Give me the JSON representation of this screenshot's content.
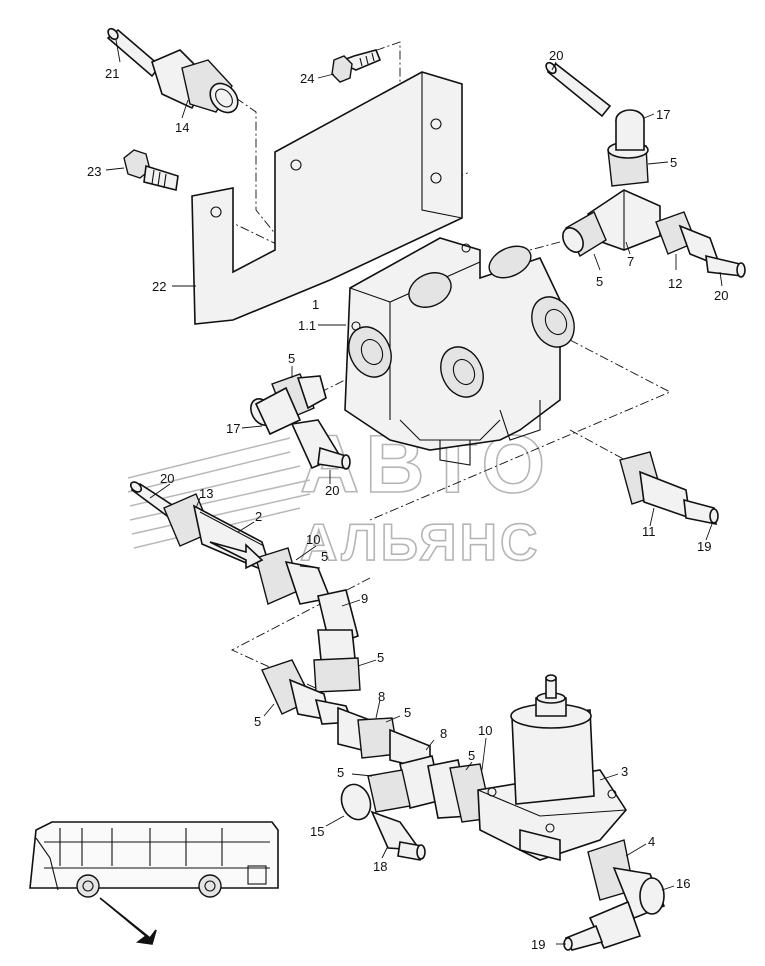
{
  "diagram": {
    "watermark": {
      "line1": "АВТО",
      "line2": "АЛЬЯНС"
    },
    "labels": [
      {
        "id": "p21",
        "text": "21"
      },
      {
        "id": "p14",
        "text": "14"
      },
      {
        "id": "p24",
        "text": "24"
      },
      {
        "id": "p23",
        "text": "23"
      },
      {
        "id": "p22",
        "text": "22"
      },
      {
        "id": "p20a",
        "text": "20"
      },
      {
        "id": "p17a",
        "text": "17"
      },
      {
        "id": "p5a",
        "text": "5"
      },
      {
        "id": "p5b",
        "text": "5"
      },
      {
        "id": "p7",
        "text": "7"
      },
      {
        "id": "p12",
        "text": "12"
      },
      {
        "id": "p20b",
        "text": "20"
      },
      {
        "id": "p1",
        "text": "1"
      },
      {
        "id": "p11x",
        "text": "1.1"
      },
      {
        "id": "p5c",
        "text": "5"
      },
      {
        "id": "p17b",
        "text": "17"
      },
      {
        "id": "p20c",
        "text": "20"
      },
      {
        "id": "p20d",
        "text": "20"
      },
      {
        "id": "p13",
        "text": "13"
      },
      {
        "id": "p2",
        "text": "2"
      },
      {
        "id": "p10a",
        "text": "10"
      },
      {
        "id": "p5d",
        "text": "5"
      },
      {
        "id": "p11",
        "text": "11"
      },
      {
        "id": "p19a",
        "text": "19"
      },
      {
        "id": "p9",
        "text": "9"
      },
      {
        "id": "p5e",
        "text": "5"
      },
      {
        "id": "p5f",
        "text": "5"
      },
      {
        "id": "p8a",
        "text": "8"
      },
      {
        "id": "p5g",
        "text": "5"
      },
      {
        "id": "p8b",
        "text": "8"
      },
      {
        "id": "p10b",
        "text": "10"
      },
      {
        "id": "p5h",
        "text": "5"
      },
      {
        "id": "p5i",
        "text": "5"
      },
      {
        "id": "p3",
        "text": "3"
      },
      {
        "id": "p15",
        "text": "15"
      },
      {
        "id": "p18",
        "text": "18"
      },
      {
        "id": "p4",
        "text": "4"
      },
      {
        "id": "p16",
        "text": "16"
      },
      {
        "id": "p19b",
        "text": "19"
      }
    ]
  }
}
